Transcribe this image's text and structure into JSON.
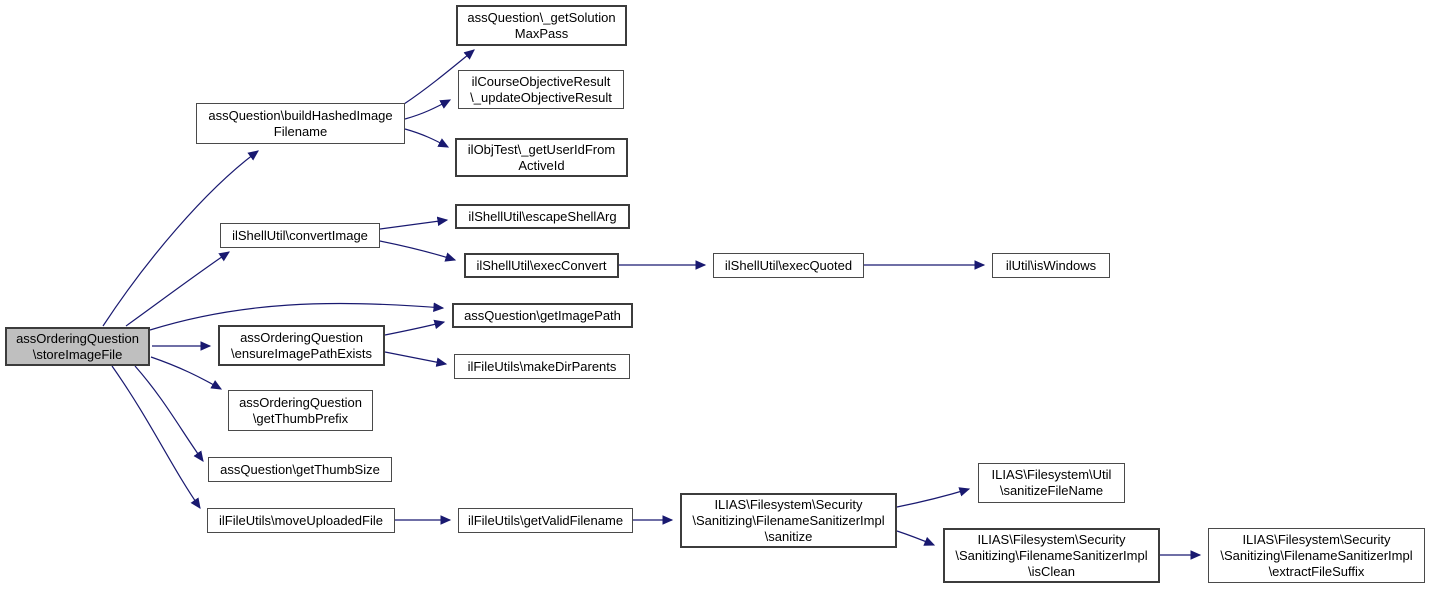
{
  "diagram": {
    "type": "call-graph",
    "style": {
      "background_color": "#ffffff",
      "edge_color": "#191970",
      "node_fill": "#ffffff",
      "node_border_color": "#4a4a4a",
      "root_node_fill": "#bfbfbf",
      "text_color": "#000000"
    },
    "nodes": [
      {
        "id": "storeImageFile",
        "label": "assOrderingQuestion\n\\storeImageFile",
        "root": true
      },
      {
        "id": "buildHashedImageFilename",
        "label": "assQuestion\\buildHashedImage\nFilename"
      },
      {
        "id": "getSolutionMaxPass",
        "label": "assQuestion\\_getSolution\nMaxPass"
      },
      {
        "id": "updateObjectiveResult",
        "label": "ilCourseObjectiveResult\n\\_updateObjectiveResult"
      },
      {
        "id": "getUserIdFromActiveId",
        "label": "ilObjTest\\_getUserIdFrom\nActiveId"
      },
      {
        "id": "convertImage",
        "label": "ilShellUtil\\convertImage"
      },
      {
        "id": "escapeShellArg",
        "label": "ilShellUtil\\escapeShellArg"
      },
      {
        "id": "execConvert",
        "label": "ilShellUtil\\execConvert"
      },
      {
        "id": "execQuoted",
        "label": "ilShellUtil\\execQuoted"
      },
      {
        "id": "isWindows",
        "label": "ilUtil\\isWindows"
      },
      {
        "id": "getImagePath",
        "label": "assQuestion\\getImagePath"
      },
      {
        "id": "ensureImagePathExists",
        "label": "assOrderingQuestion\n\\ensureImagePathExists"
      },
      {
        "id": "makeDirParents",
        "label": "ilFileUtils\\makeDirParents"
      },
      {
        "id": "getThumbPrefix",
        "label": "assOrderingQuestion\n\\getThumbPrefix"
      },
      {
        "id": "getThumbSize",
        "label": "assQuestion\\getThumbSize"
      },
      {
        "id": "moveUploadedFile",
        "label": "ilFileUtils\\moveUploadedFile"
      },
      {
        "id": "getValidFilename",
        "label": "ilFileUtils\\getValidFilename"
      },
      {
        "id": "sanitize",
        "label": "ILIAS\\Filesystem\\Security\n\\Sanitizing\\FilenameSanitizerImpl\n\\sanitize"
      },
      {
        "id": "sanitizeFileName",
        "label": "ILIAS\\Filesystem\\Util\n\\sanitizeFileName"
      },
      {
        "id": "isClean",
        "label": "ILIAS\\Filesystem\\Security\n\\Sanitizing\\FilenameSanitizerImpl\n\\isClean"
      },
      {
        "id": "extractFileSuffix",
        "label": "ILIAS\\Filesystem\\Security\n\\Sanitizing\\FilenameSanitizerImpl\n\\extractFileSuffix"
      }
    ],
    "edges": [
      {
        "from": "storeImageFile",
        "to": "buildHashedImageFilename"
      },
      {
        "from": "storeImageFile",
        "to": "convertImage"
      },
      {
        "from": "storeImageFile",
        "to": "getImagePath"
      },
      {
        "from": "storeImageFile",
        "to": "ensureImagePathExists"
      },
      {
        "from": "storeImageFile",
        "to": "getThumbPrefix"
      },
      {
        "from": "storeImageFile",
        "to": "getThumbSize"
      },
      {
        "from": "storeImageFile",
        "to": "moveUploadedFile"
      },
      {
        "from": "buildHashedImageFilename",
        "to": "getSolutionMaxPass"
      },
      {
        "from": "buildHashedImageFilename",
        "to": "updateObjectiveResult"
      },
      {
        "from": "buildHashedImageFilename",
        "to": "getUserIdFromActiveId"
      },
      {
        "from": "convertImage",
        "to": "escapeShellArg"
      },
      {
        "from": "convertImage",
        "to": "execConvert"
      },
      {
        "from": "execConvert",
        "to": "execQuoted"
      },
      {
        "from": "execQuoted",
        "to": "isWindows"
      },
      {
        "from": "ensureImagePathExists",
        "to": "getImagePath"
      },
      {
        "from": "ensureImagePathExists",
        "to": "makeDirParents"
      },
      {
        "from": "moveUploadedFile",
        "to": "getValidFilename"
      },
      {
        "from": "getValidFilename",
        "to": "sanitize"
      },
      {
        "from": "sanitize",
        "to": "sanitizeFileName"
      },
      {
        "from": "sanitize",
        "to": "isClean"
      },
      {
        "from": "isClean",
        "to": "extractFileSuffix"
      }
    ]
  }
}
